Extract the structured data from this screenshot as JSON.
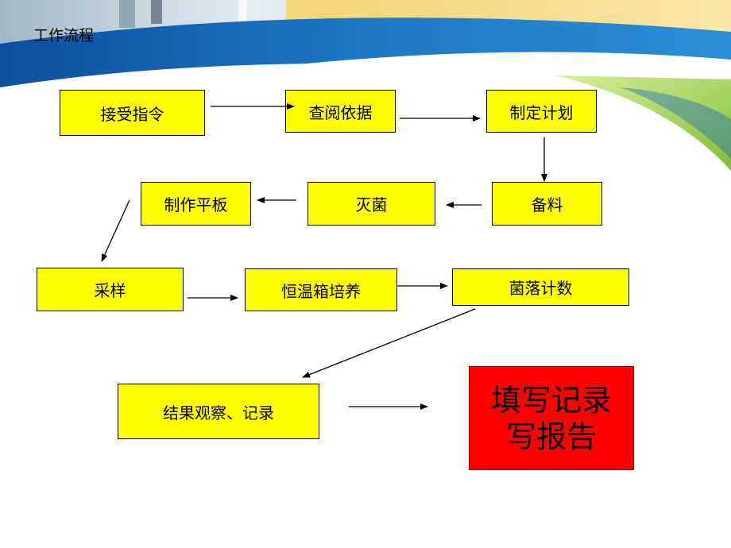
{
  "title": "工作流程",
  "steps": {
    "receive": "接受指令",
    "consult": "查阅依据",
    "plan": "制定计划",
    "prepare": "备料",
    "sterilize": "灭菌",
    "plate": "制作平板",
    "sample": "采样",
    "incubate": "恒温箱培养",
    "count": "菌落计数",
    "observe": "结果观察、记录",
    "report_line1": "填写记录",
    "report_line2": "写报告"
  },
  "colors": {
    "step_fill": "#ffff00",
    "final_fill": "#ff0000",
    "banner_blue": "#1e6fc0",
    "banner_green": "#8cc63f"
  }
}
